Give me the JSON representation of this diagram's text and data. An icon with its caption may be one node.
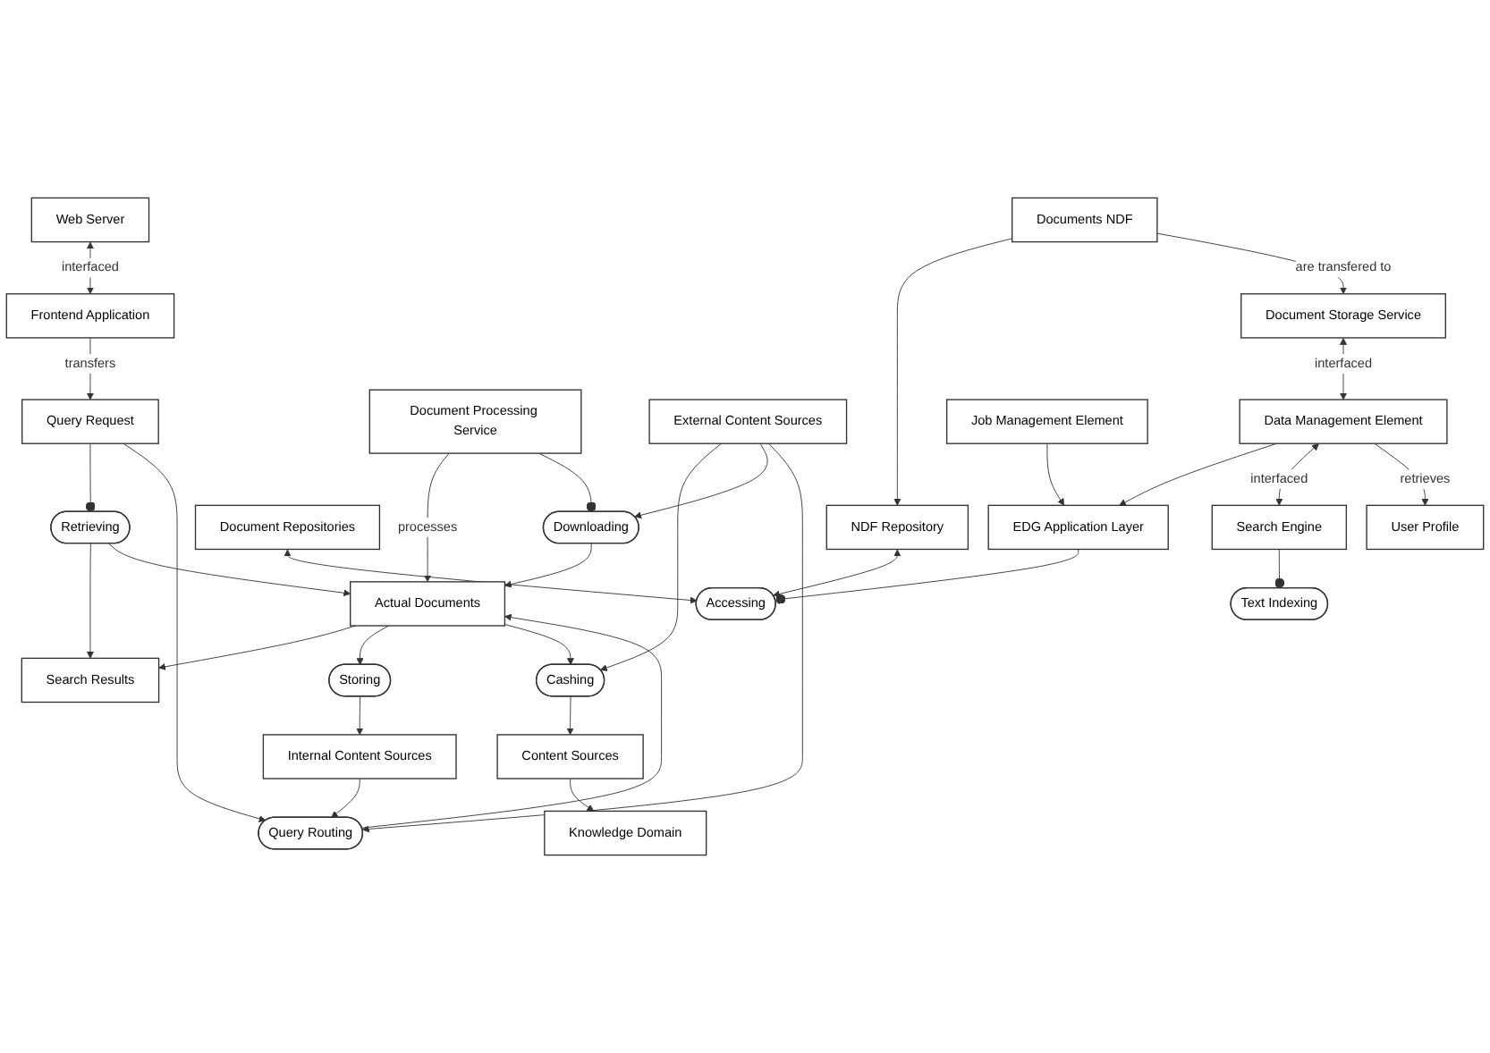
{
  "diagram": {
    "nodes": [
      {
        "text": [
          "Search Results"
        ]
      },
      {
        "text": [
          "Query Request"
        ]
      },
      {
        "text": [
          "Frontend Application"
        ]
      },
      {
        "text": [
          "Web Server"
        ]
      },
      {
        "text": [
          "Retrieving"
        ]
      },
      {
        "text": [
          "Query Routing"
        ]
      },
      {
        "text": [
          "NDF Repository"
        ]
      },
      {
        "text": [
          "Document Repositories"
        ]
      },
      {
        "text": [
          "Actual Documents"
        ]
      },
      {
        "text": [
          "Storing"
        ]
      },
      {
        "text": [
          "Internal Content Sources"
        ]
      },
      {
        "text": [
          "Accessing"
        ]
      },
      {
        "text": [
          "Cashing"
        ]
      },
      {
        "text": [
          "Downloading"
        ]
      },
      {
        "text": [
          "Documents NDF"
        ]
      },
      {
        "text": [
          "Document Processing Service"
        ]
      },
      {
        "text": [
          "Knowledge Domain"
        ]
      },
      {
        "text": [
          "External Content Sources"
        ]
      },
      {
        "text": [
          "EDG Application Layer"
        ]
      },
      {
        "text": [
          "Document Storage Service"
        ]
      },
      {
        "text": [
          "Content Sources"
        ]
      },
      {
        "text": [
          "Search Engine"
        ]
      },
      {
        "text": [
          "Text Indexing"
        ]
      },
      {
        "text": [
          "User Profile"
        ]
      },
      {
        "text": [
          "Data Management Element"
        ]
      },
      {
        "text": [
          "Job Management Element"
        ]
      }
    ],
    "edges": [
      {
        "from": 4,
        "to": 0,
        "arrow": "to"
      },
      {
        "from": 1,
        "to": 4,
        "arrow": "other"
      },
      {
        "from": 2,
        "to": 1,
        "label": "transfers",
        "arrow": "to"
      },
      {
        "from": 3,
        "to": 2,
        "label": "interfaced",
        "arrow": "both"
      },
      {
        "from": 4,
        "to": 8,
        "arrow": "to"
      },
      {
        "from": 1,
        "to": 5,
        "arrow": "to"
      },
      {
        "from": 5,
        "to": 8,
        "arrow": "to"
      },
      {
        "from": 8,
        "to": 0,
        "arrow": "to"
      },
      {
        "from": 8,
        "to": 9,
        "arrow": "to"
      },
      {
        "from": 9,
        "to": 10,
        "arrow": "to"
      },
      {
        "from": 10,
        "to": 5,
        "arrow": "to"
      },
      {
        "from": 8,
        "to": 12,
        "arrow": "to"
      },
      {
        "from": 15,
        "to": 8,
        "label": "processes",
        "arrow": "to"
      },
      {
        "from": 13,
        "to": 8,
        "arrow": "to"
      },
      {
        "from": 15,
        "to": 13,
        "arrow": "other"
      },
      {
        "from": 17,
        "to": 12,
        "arrow": "to"
      },
      {
        "from": 17,
        "to": 13,
        "arrow": "to"
      },
      {
        "from": 17,
        "to": 5,
        "arrow": "to"
      },
      {
        "from": 12,
        "to": 20,
        "arrow": "to"
      },
      {
        "from": 20,
        "to": 16,
        "arrow": "to"
      },
      {
        "from": 6,
        "to": 11,
        "arrow": "both"
      },
      {
        "from": 7,
        "to": 11,
        "arrow": "both"
      },
      {
        "from": 14,
        "to": 6,
        "arrow": "to"
      },
      {
        "from": 18,
        "to": 11,
        "arrow": "other"
      },
      {
        "from": 14,
        "to": 19,
        "label": "are transfered to",
        "arrow": "to"
      },
      {
        "from": 24,
        "to": 18,
        "arrow": "to"
      },
      {
        "from": 25,
        "to": 18,
        "arrow": "to"
      },
      {
        "from": 19,
        "to": 24,
        "label": "interfaced",
        "arrow": "both"
      },
      {
        "from": 24,
        "to": 21,
        "label": "interfaced",
        "arrow": "both"
      },
      {
        "from": 24,
        "to": 23,
        "label": "retrieves",
        "arrow": "to"
      },
      {
        "from": 21,
        "to": 22,
        "arrow": "other"
      }
    ]
  }
}
